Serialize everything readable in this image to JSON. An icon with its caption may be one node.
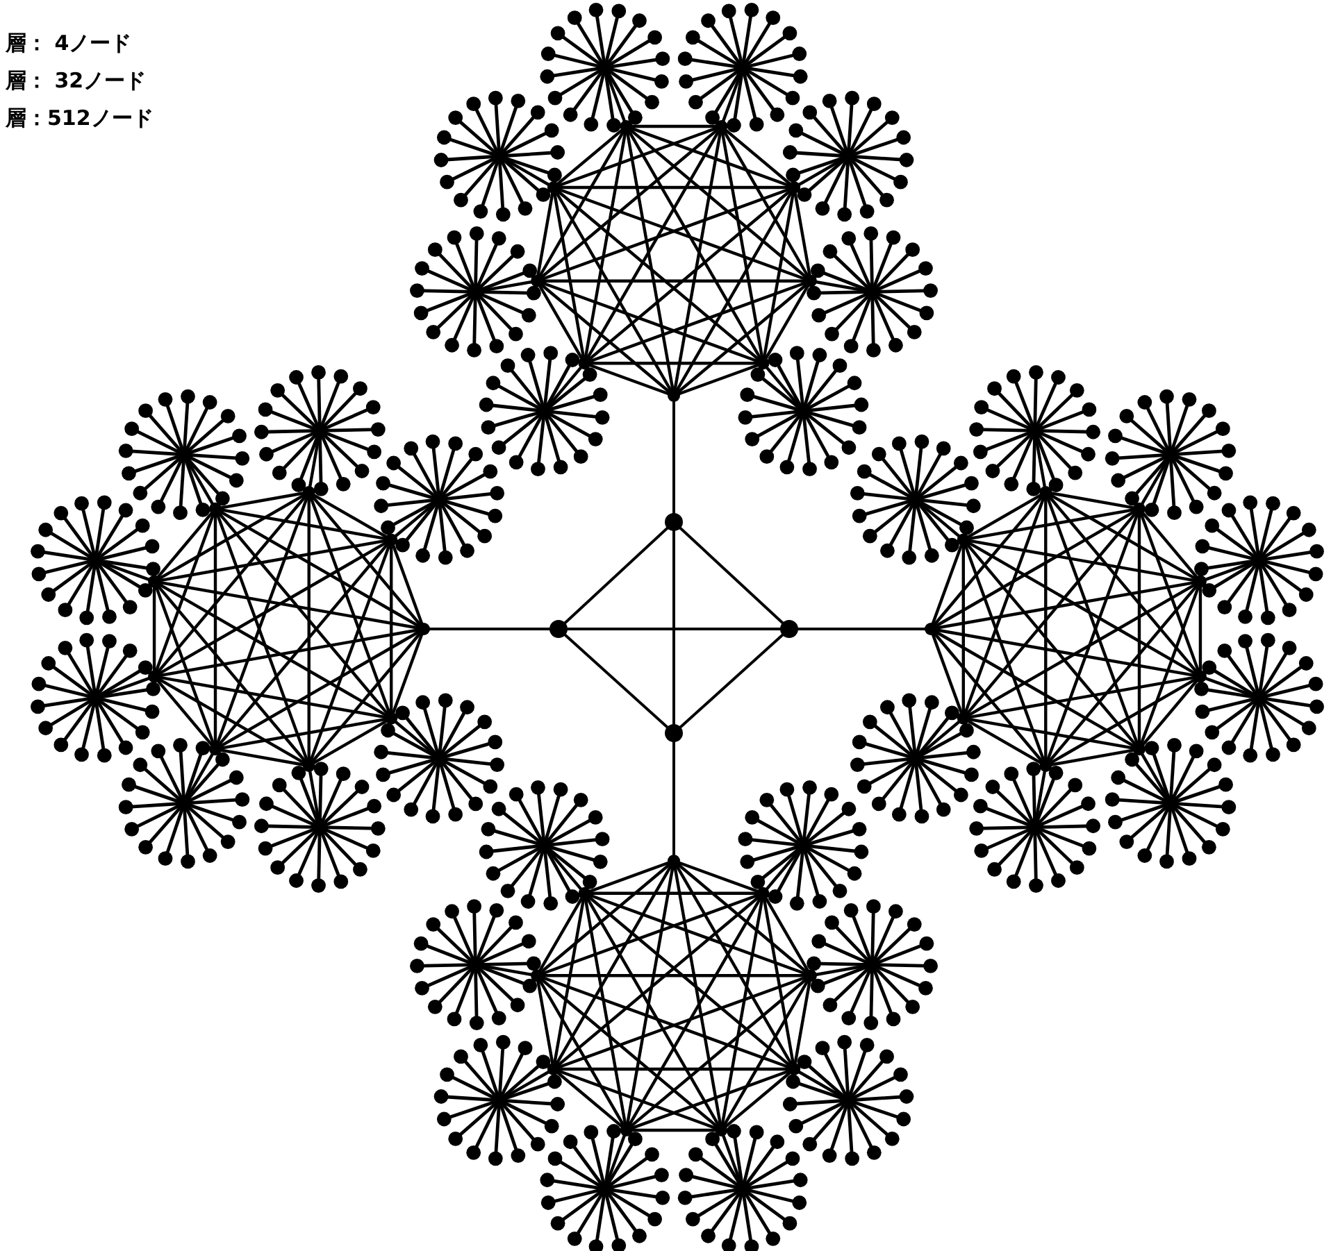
{
  "diagram": {
    "labels": [
      "層： 4ノード",
      "層： 32ノード",
      "層：512ノード"
    ]
  }
}
